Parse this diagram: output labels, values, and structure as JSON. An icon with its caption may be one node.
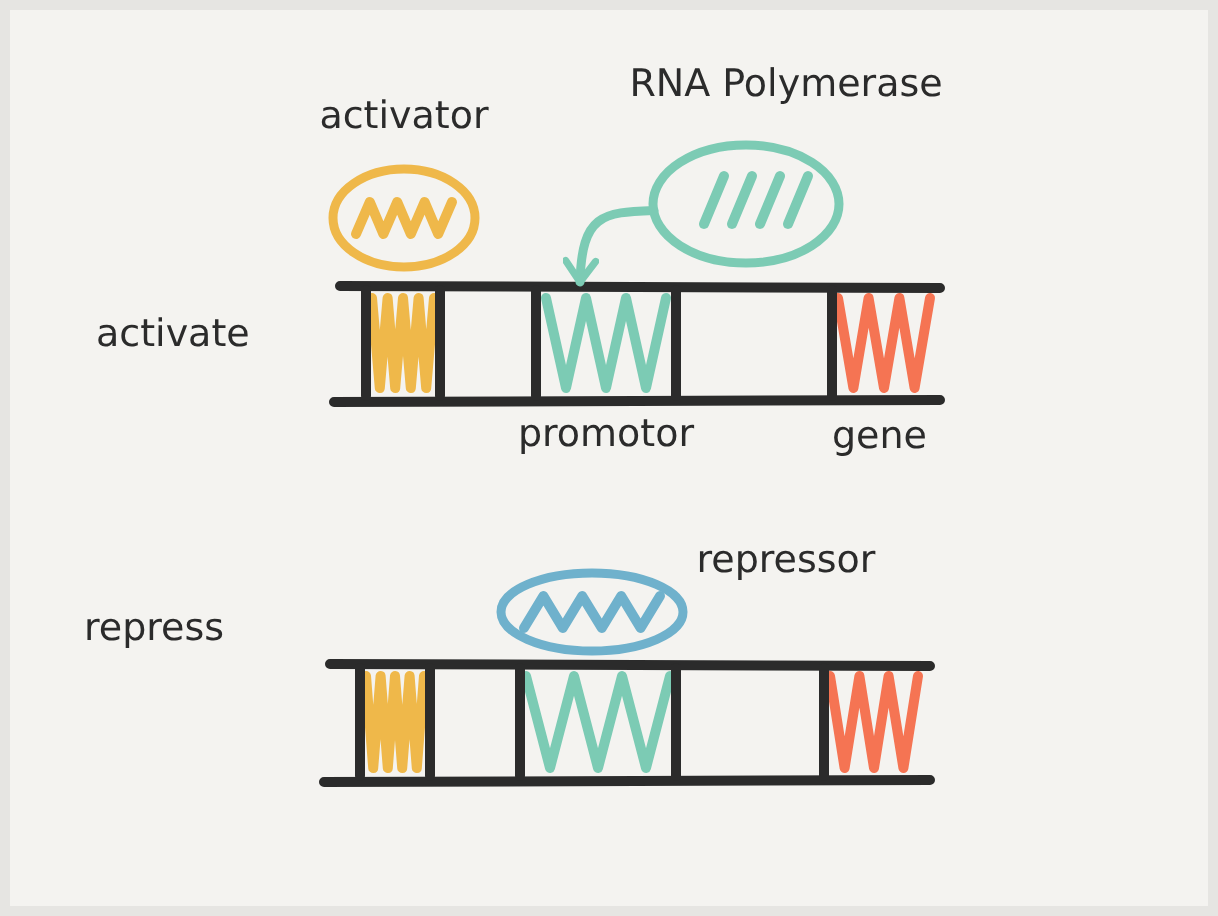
{
  "diagram": {
    "nodes": [
      {
        "text": [
          "activator"
        ]
      },
      {
        "text": [
          "RNA Polymerase"
        ]
      },
      {
        "text": [
          "promotor"
        ]
      },
      {
        "text": [
          "repressor"
        ]
      }
    ],
    "edges": [
      {
        "from": 1,
        "to": 2,
        "arrow": "to"
      }
    ],
    "labels": [
      "activate",
      "gene",
      "repress"
    ]
  }
}
